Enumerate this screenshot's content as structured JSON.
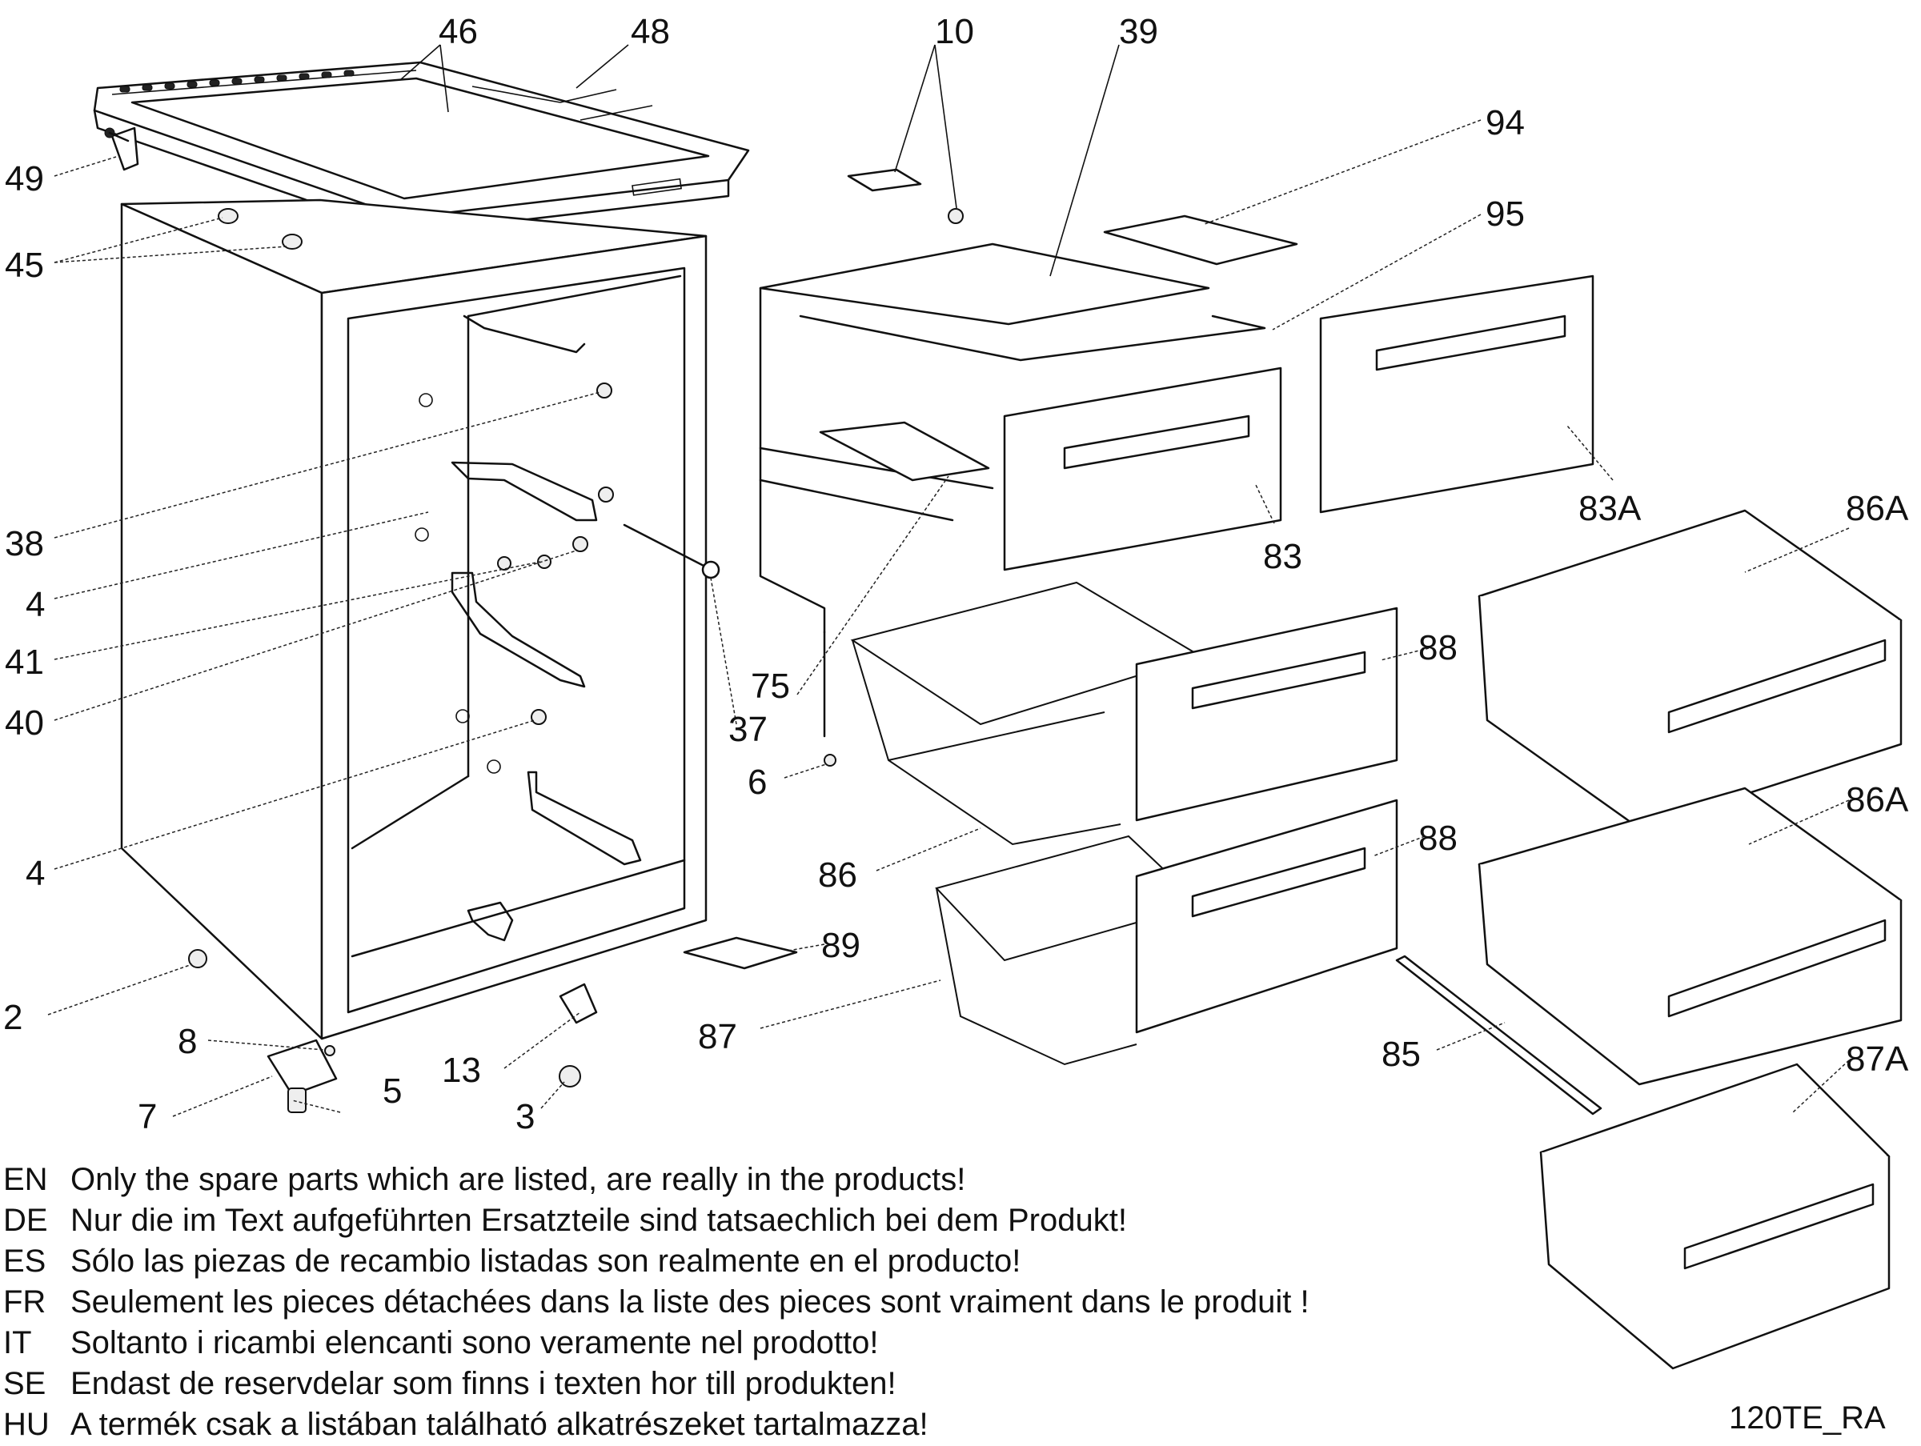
{
  "callouts": [
    {
      "id": "46",
      "text": "46"
    },
    {
      "id": "48",
      "text": "48"
    },
    {
      "id": "10",
      "text": "10"
    },
    {
      "id": "39",
      "text": "39"
    },
    {
      "id": "94",
      "text": "94"
    },
    {
      "id": "95",
      "text": "95"
    },
    {
      "id": "49",
      "text": "49"
    },
    {
      "id": "45",
      "text": "45"
    },
    {
      "id": "38",
      "text": "38"
    },
    {
      "id": "4a",
      "text": "4"
    },
    {
      "id": "41",
      "text": "41"
    },
    {
      "id": "40",
      "text": "40"
    },
    {
      "id": "4b",
      "text": "4"
    },
    {
      "id": "2",
      "text": "2"
    },
    {
      "id": "8",
      "text": "8"
    },
    {
      "id": "7",
      "text": "7"
    },
    {
      "id": "5",
      "text": "5"
    },
    {
      "id": "13",
      "text": "13"
    },
    {
      "id": "3",
      "text": "3"
    },
    {
      "id": "37",
      "text": "37"
    },
    {
      "id": "75",
      "text": "75"
    },
    {
      "id": "6",
      "text": "6"
    },
    {
      "id": "83",
      "text": "83"
    },
    {
      "id": "83A",
      "text": "83A"
    },
    {
      "id": "86A_1",
      "text": "86A"
    },
    {
      "id": "86A_2",
      "text": "86A"
    },
    {
      "id": "87A",
      "text": "87A"
    },
    {
      "id": "88a",
      "text": "88"
    },
    {
      "id": "88b",
      "text": "88"
    },
    {
      "id": "86",
      "text": "86"
    },
    {
      "id": "89",
      "text": "89"
    },
    {
      "id": "87",
      "text": "87"
    },
    {
      "id": "85",
      "text": "85"
    }
  ],
  "notes": [
    {
      "code": "EN",
      "text": "Only the spare parts which are listed, are really in the products!"
    },
    {
      "code": "DE",
      "text": "Nur die im Text aufgeführten Ersatzteile sind tatsaechlich bei dem Produkt!"
    },
    {
      "code": "ES",
      "text": "Sólo las piezas de recambio  listadas son realmente en el producto!"
    },
    {
      "code": "FR",
      "text": "Seulement les pieces détachées dans la liste des pieces sont vraiment dans le produit !"
    },
    {
      "code": "IT",
      "text": "Soltanto i ricambi elencanti sono veramente nel prodotto!"
    },
    {
      "code": "SE",
      "text": "Endast de reservdelar som finns i texten hor till produkten!"
    },
    {
      "code": "HU",
      "text": "A termék csak a listában található alkatrészeket tartalmazza!"
    }
  ],
  "drawing_code": "120TE_RA"
}
